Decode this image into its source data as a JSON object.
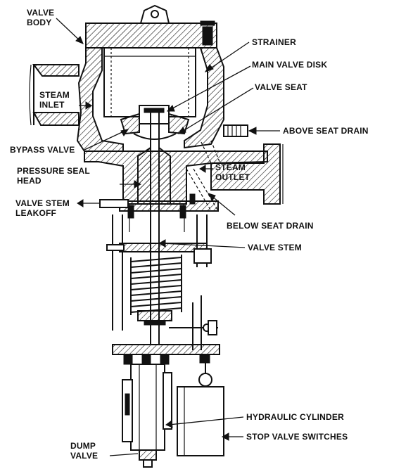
{
  "labels": {
    "valve_body": [
      "VALVE",
      "BODY"
    ],
    "strainer": "STRAINER",
    "main_valve_disk": "MAIN VALVE DISK",
    "valve_seat": "VALVE SEAT",
    "steam_inlet": [
      "STEAM",
      "INLET"
    ],
    "above_seat_drain": "ABOVE SEAT DRAIN",
    "bypass_valve": "BYPASS VALVE",
    "pressure_seal_head": [
      "PRESSURE SEAL",
      "HEAD"
    ],
    "steam_outlet": [
      "STEAM",
      "OUTLET"
    ],
    "valve_stem_leakoff": [
      "VALVE STEM",
      "LEAKOFF"
    ],
    "below_seat_drain": "BELOW SEAT DRAIN",
    "valve_stem": "VALVE STEM",
    "hydraulic_cylinder": "HYDRAULIC CYLINDER",
    "stop_valve_switches": "STOP VALVE SWITCHES",
    "dump_valve": [
      "DUMP",
      "VALVE"
    ]
  }
}
